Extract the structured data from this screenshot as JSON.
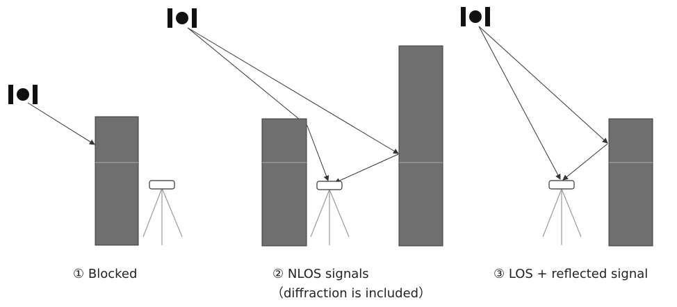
{
  "colors": {
    "building": "#6f6f6f",
    "building_stroke": "#3a3a3a",
    "building_divider": "#a8a8a8",
    "satellite": "#111111",
    "ray": "#333333",
    "tripod": "#9a9a9a",
    "receiver_fill": "#ffffff",
    "receiver_stroke": "#333333",
    "text": "#222222"
  },
  "icons": [
    "satellite-icon",
    "building",
    "gnss-receiver-tripod"
  ],
  "panels": [
    {
      "id": "blocked",
      "caption": "① Blocked"
    },
    {
      "id": "nlos",
      "caption": "② NLOS signals",
      "caption_line2": "（diffraction is included）"
    },
    {
      "id": "los-reflected",
      "caption": "③  LOS + reflected signal"
    }
  ]
}
